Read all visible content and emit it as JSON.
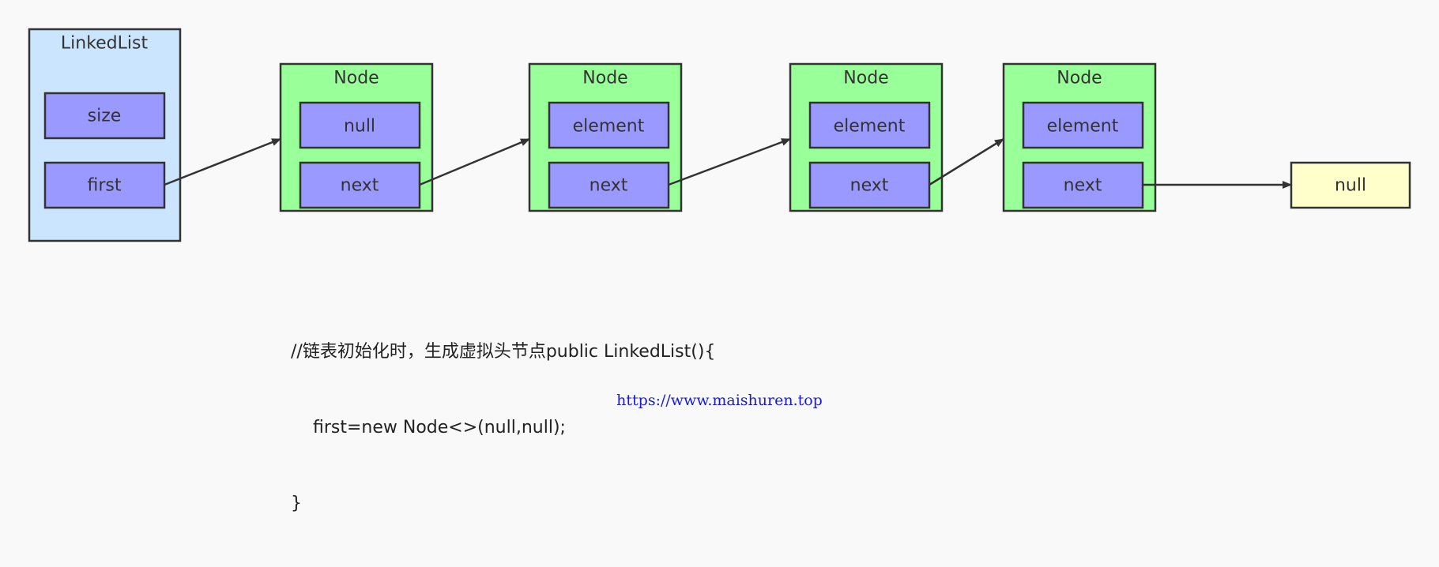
{
  "colors": {
    "background": "#f9f9f9",
    "linkedlist_fill": "#cce5ff",
    "node_fill": "#99ff99",
    "field_fill": "#9999ff",
    "null_fill": "#ffffcc",
    "stroke": "#333333",
    "link": "#1a1adc"
  },
  "linked_list": {
    "title": "LinkedList",
    "fields": [
      "size",
      "first"
    ]
  },
  "nodes": [
    {
      "title": "Node",
      "element_label": "null",
      "next_label": "next"
    },
    {
      "title": "Node",
      "element_label": "element",
      "next_label": "next"
    },
    {
      "title": "Node",
      "element_label": "element",
      "next_label": "next"
    },
    {
      "title": "Node",
      "element_label": "element",
      "next_label": "next"
    }
  ],
  "terminal": {
    "label": "null"
  },
  "code": {
    "lines": [
      "//链表初始化时，生成虚拟头节点public LinkedList(){",
      "    first=new Node<>(null,null);",
      "}"
    ]
  },
  "footer": {
    "url": "https://www.maishuren.top"
  }
}
